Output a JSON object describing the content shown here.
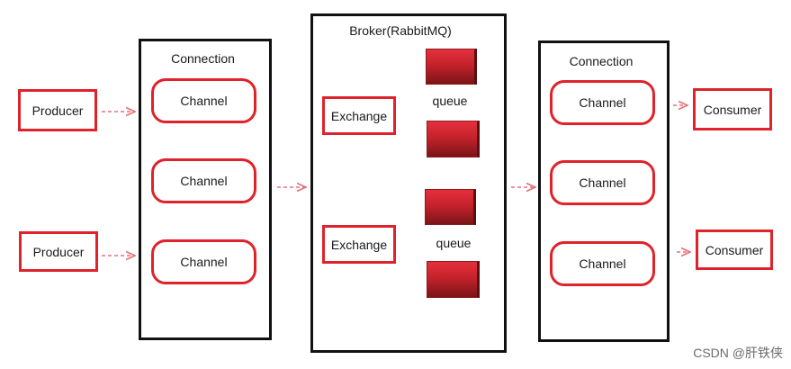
{
  "producers": [
    "Producer",
    "Producer"
  ],
  "left_connection": {
    "title": "Connection",
    "channels": [
      "Channel",
      "Channel",
      "Channel"
    ]
  },
  "broker": {
    "title": "Broker(RabbitMQ)",
    "groups": [
      {
        "exchange": "Exchange",
        "queue_label": "queue"
      },
      {
        "exchange": "Exchange",
        "queue_label": "queue"
      }
    ]
  },
  "right_connection": {
    "title": "Connection",
    "channels": [
      "Channel",
      "Channel",
      "Channel"
    ]
  },
  "consumers": [
    "Consumer",
    "Consumer"
  ],
  "watermark": "CSDN @肝铁侠",
  "colors": {
    "accent_red": "#e0222b",
    "arrow": "#e5737a",
    "border_black": "#111111",
    "queue_red": "#d42530"
  }
}
